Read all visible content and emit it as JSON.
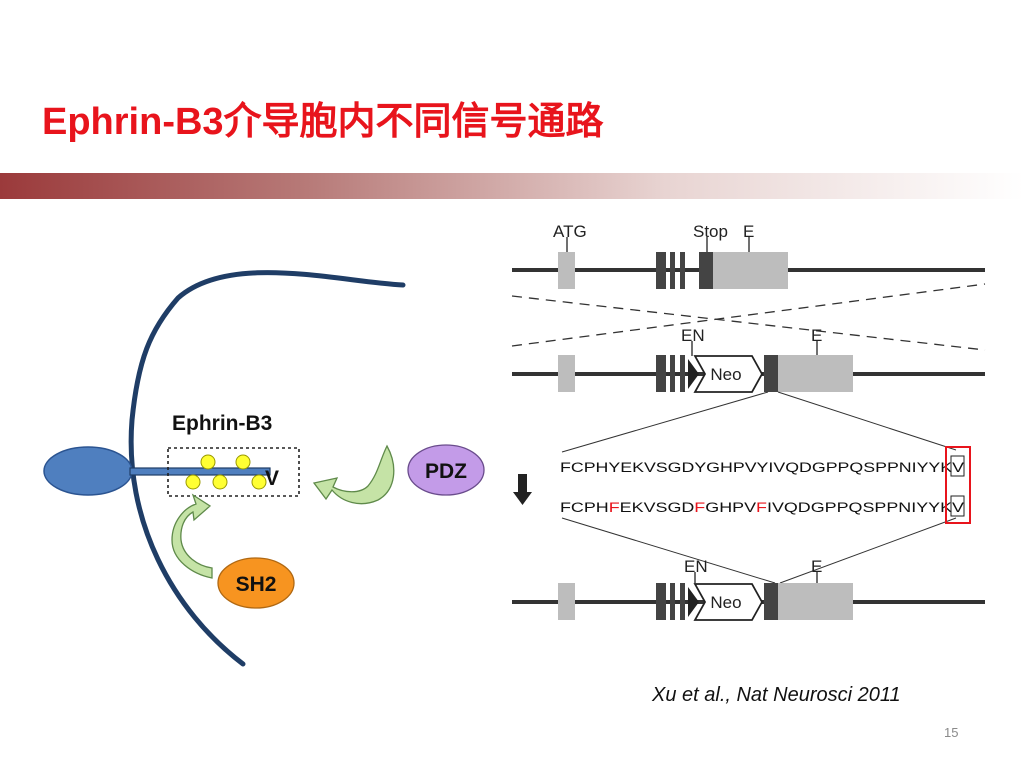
{
  "slide": {
    "title": "Ephrin-B3介导胞内不同信号通路",
    "citation": "Xu et al., Nat Neurosci 2011",
    "page_number": "15"
  },
  "left_diagram": {
    "protein_label": "Ephrin-B3",
    "terminal_residue": "V",
    "pdz_label": "PDZ",
    "sh2_label": "SH2",
    "colors": {
      "membrane": "#1f3d66",
      "cell_body": "#4f7fbf",
      "tyrosine": "#ffff33",
      "pdz": "#c39be8",
      "sh2": "#f79420",
      "arrow": "#c5e3a6"
    }
  },
  "right_figure": {
    "labels": {
      "atg": "ATG",
      "stop": "Stop",
      "e_top": "E",
      "en_mid": "EN",
      "e_mid": "E",
      "neo_mid": "Neo",
      "en_bottom": "EN",
      "e_bottom": "E",
      "neo_bottom": "Neo"
    },
    "wild_type_sequence": "FCPHYEKVSGDYGHPVYIVQDGPPQSPPNIYYKV",
    "mutant_sequence": {
      "s1": "FCPH",
      "m1": "F",
      "s2": "EKVSGD",
      "m2": "F",
      "s3": "GHPV",
      "m3": "F",
      "s4": "IVQDGPPQSPPNIYYKV"
    },
    "colors": {
      "mutation": "#e8141c",
      "highlight_box": "#e8141c",
      "exon": "#bdbdbd"
    }
  }
}
